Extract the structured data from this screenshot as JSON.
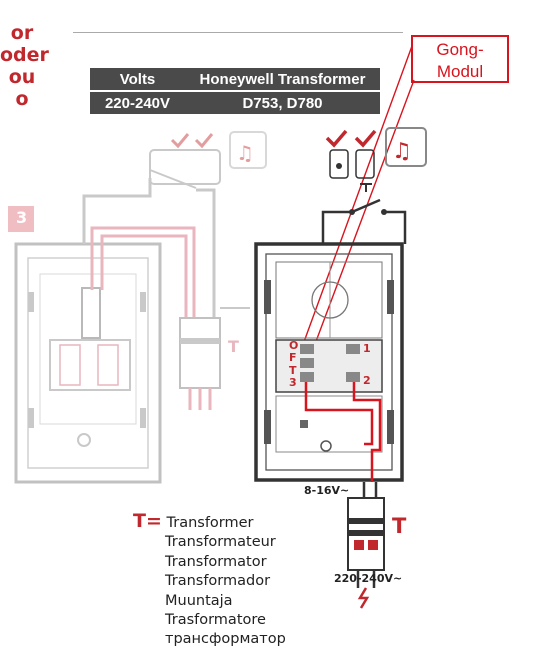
{
  "or_words": [
    "or",
    "oder",
    "ou",
    "o"
  ],
  "table": {
    "header": [
      "Volts",
      "Honeywell Transformer"
    ],
    "row": [
      "220-240V",
      "D753, D780"
    ]
  },
  "gong_label": "Gong-\nModul",
  "terminals": {
    "left_top": "O",
    "left_mid": "F",
    "left_bottom_a": "T",
    "left_bottom_b": "3",
    "right_top": "1",
    "right_bottom": "2"
  },
  "panel_label": "3",
  "voltage_low": "8-16V~",
  "voltage_high": "220-240V~",
  "transformer_symbol": "T",
  "legend": {
    "symbol": "T",
    "equals": "=",
    "items": [
      "Transformer",
      "Transformateur",
      "Transformator",
      "Transformador",
      "Muuntaja",
      "Trasformatore",
      "трансформатор"
    ]
  },
  "icons": [
    "check-icon",
    "check-icon",
    "music-note-icon",
    "bell-push-icon",
    "switch-icon"
  ],
  "colors": {
    "red": "#c0282d",
    "dark": "#333333",
    "grey": "#9a9a9a"
  }
}
